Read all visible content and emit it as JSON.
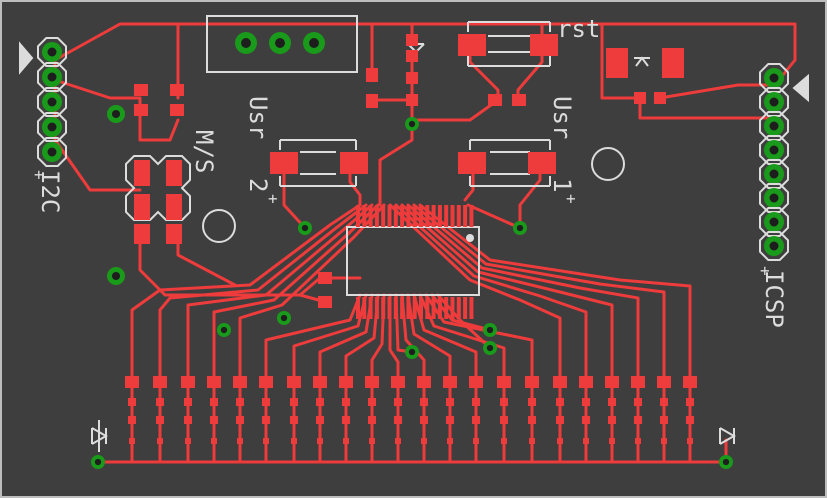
{
  "colors": {
    "board": "#3e3e3e",
    "outline": "#c8c8c8",
    "copper": "#ee3b3b",
    "via": "#1a9a1a",
    "silk": "#dcdcdc",
    "hole": "#1e1e1e"
  },
  "labels": {
    "rst": "rst",
    "usr1": "Usr",
    "usr1_num": "1",
    "usr2": "Usr",
    "usr2_num": "2",
    "ms": "M/S",
    "i2c": "I2C",
    "icsp": "ICSP",
    "plus": "+"
  }
}
